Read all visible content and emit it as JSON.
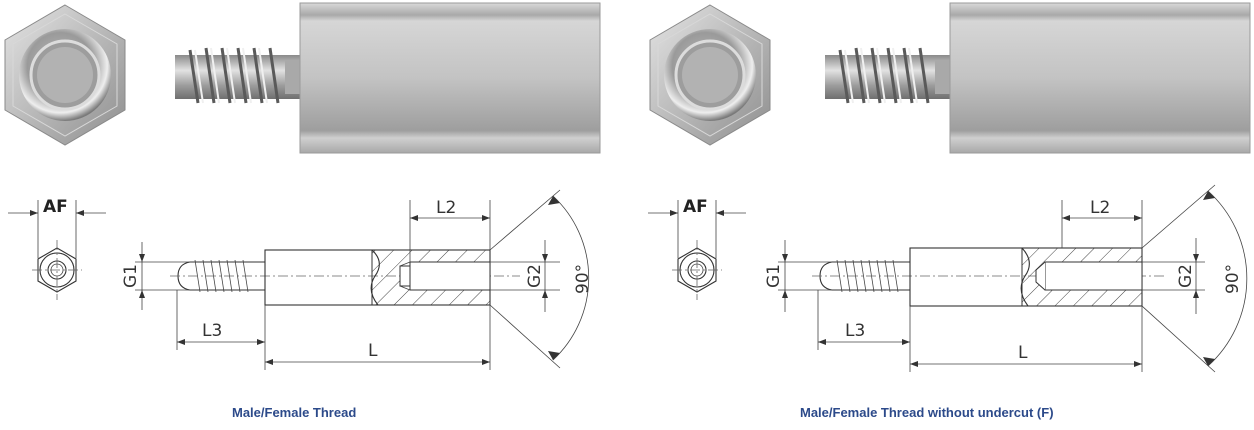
{
  "panels": [
    {
      "caption": "Male/Female Thread",
      "labels": {
        "af": "AF",
        "l2": "L2",
        "g1": "G1",
        "g2": "G2",
        "l3": "L3",
        "l": "L",
        "angle": "90°"
      }
    },
    {
      "caption": "Male/Female Thread without undercut (F)",
      "labels": {
        "af": "AF",
        "l2": "L2",
        "g1": "G1",
        "g2": "G2",
        "l3": "L3",
        "l": "L",
        "angle": "90°"
      }
    }
  ],
  "colors": {
    "caption": "#2c4a8a",
    "metal": "#b5b5b5",
    "line": "#333333"
  }
}
